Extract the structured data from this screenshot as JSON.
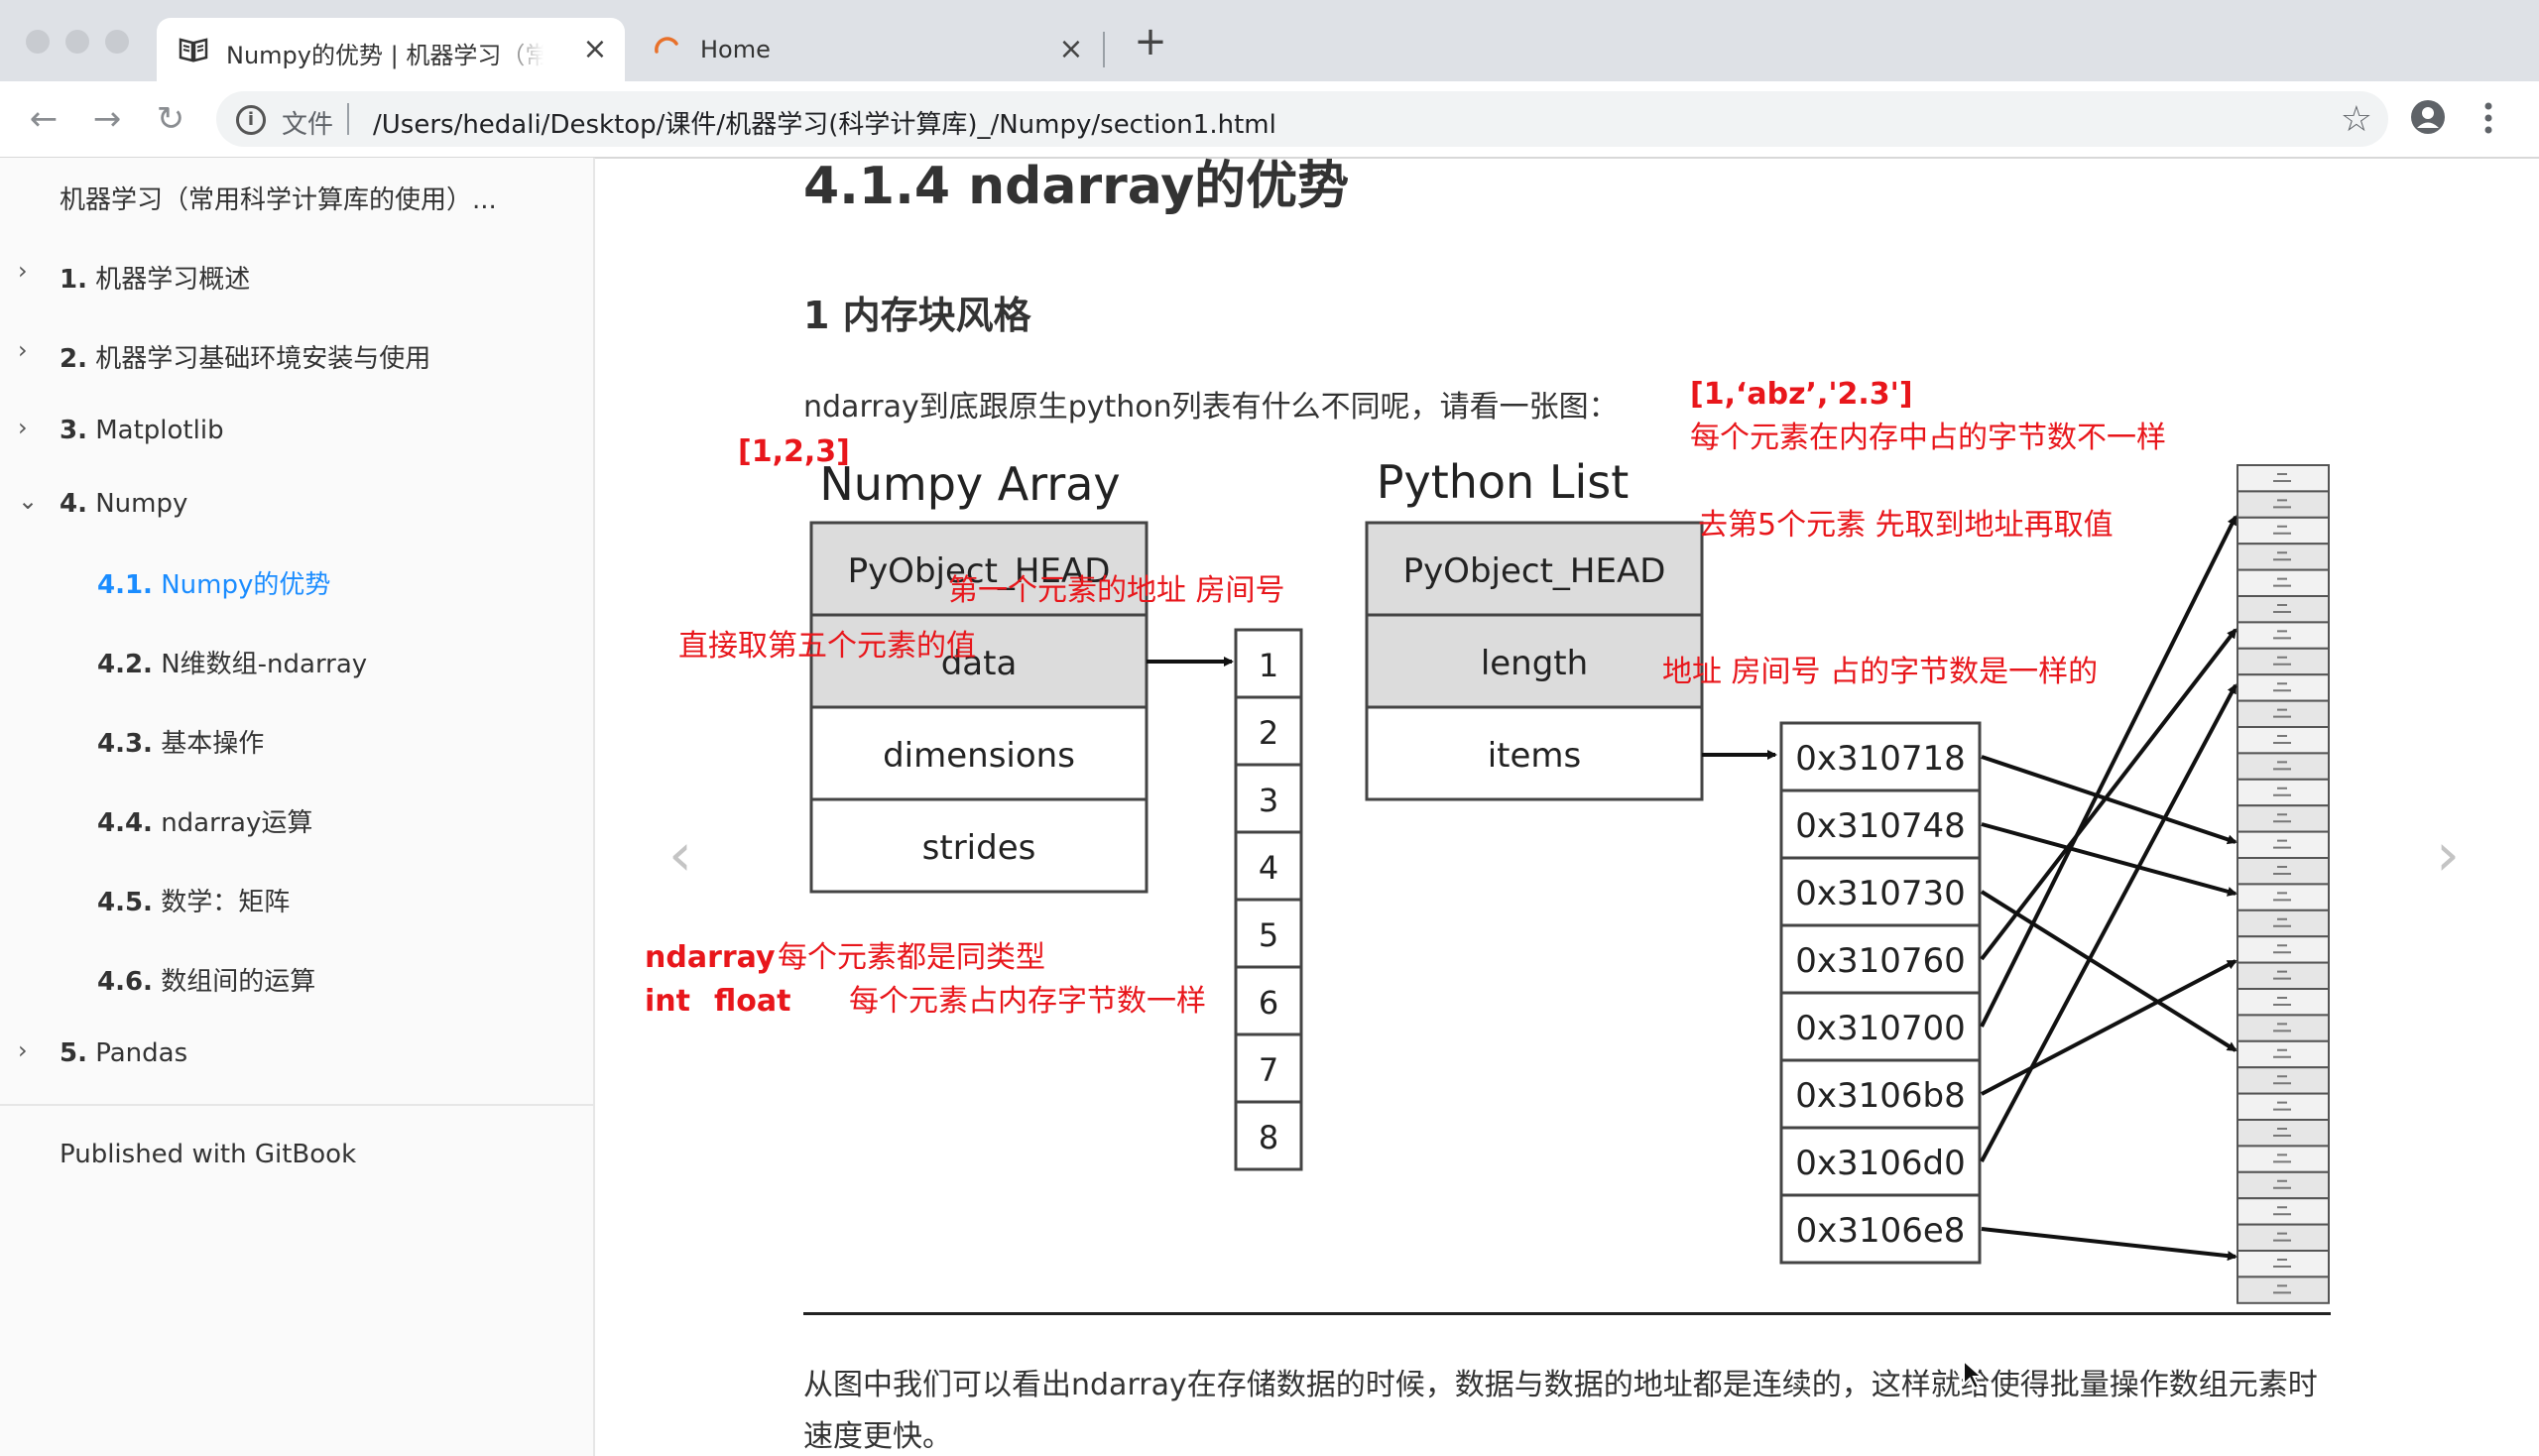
{
  "browser": {
    "tabs": [
      {
        "title": "Numpy的优势 | 机器学习（常用科学计算库的使用）",
        "icon": "book-icon",
        "active": true
      },
      {
        "title": "Home",
        "icon": "spinner-icon",
        "active": false
      }
    ],
    "new_tab_label": "+",
    "close_glyph": "×",
    "scheme_label": "文件",
    "url": "/Users/hedali/Desktop/课件/机器学习(科学计算库)_/Numpy/section1.html"
  },
  "sidebar": {
    "title": "机器学习（常用科学计算库的使用）...",
    "items": [
      {
        "num": "1.",
        "label": "机器学习概述",
        "chevron": "›",
        "level": 1
      },
      {
        "num": "2.",
        "label": "机器学习基础环境安装与使用",
        "chevron": "›",
        "level": 1
      },
      {
        "num": "3.",
        "label": "Matplotlib",
        "chevron": "›",
        "level": 1
      },
      {
        "num": "4.",
        "label": "Numpy",
        "chevron": "⌄",
        "level": 1
      },
      {
        "num": "4.1.",
        "label": "Numpy的优势",
        "chevron": "",
        "level": 2,
        "active": true
      },
      {
        "num": "4.2.",
        "label": "N维数组-ndarray",
        "chevron": "",
        "level": 2
      },
      {
        "num": "4.3.",
        "label": "基本操作",
        "chevron": "",
        "level": 2
      },
      {
        "num": "4.4.",
        "label": "ndarray运算",
        "chevron": "",
        "level": 2
      },
      {
        "num": "4.5.",
        "label": "数学：矩阵",
        "chevron": "",
        "level": 2
      },
      {
        "num": "4.6.",
        "label": "数组间的运算",
        "chevron": "",
        "level": 2
      },
      {
        "num": "5.",
        "label": "Pandas",
        "chevron": "›",
        "level": 1
      }
    ],
    "footer": "Published with GitBook"
  },
  "content": {
    "heading": "4.1.4 ndarray的优势",
    "subheading": "1 内存块风格",
    "intro": "ndarray到底跟原生python列表有什么不同呢，请看一张图：",
    "bottom_paragraph": "从图中我们可以看出ndarray在存储数据的时候，数据与数据的地址都是连续的，这样就给使得批量操作数组元素时速度更快。",
    "prev_arrow": "‹",
    "next_arrow": "›"
  },
  "figure": {
    "numpy_title": "Numpy Array",
    "numpy_fields": [
      "PyObject_HEAD",
      "data",
      "dimensions",
      "strides"
    ],
    "numpy_values": [
      "1",
      "2",
      "3",
      "4",
      "5",
      "6",
      "7",
      "8"
    ],
    "list_title": "Python List",
    "list_fields": [
      "PyObject_HEAD",
      "length",
      "items"
    ],
    "addresses": [
      "0x310718",
      "0x310748",
      "0x310730",
      "0x310760",
      "0x310700",
      "0x3106b8",
      "0x3106d0",
      "0x3106e8"
    ],
    "memory_cells": 32
  },
  "annotations": {
    "a_list_int": "[1,2,3]",
    "a_list_mixed": "[1,‘abz’,'2.3']",
    "a_bytes_differ": "每个元素在内存中占的字节数不一样",
    "a_fifth": "去第5个元素    先取到地址再取值",
    "a_first_addr": "第一个元素的地址   房间号",
    "a_direct": "直接取第五个元素的值",
    "a_address": "地址   房间号   占的字节数是一样的",
    "a_same_type_1": "ndarray",
    "a_same_type_2": "每个元素都是同类型",
    "a_int": "int",
    "a_float": "float",
    "a_same_bytes": "每个元素占内存字节数一样"
  },
  "colors": {
    "annotation_red": "#e8161b",
    "link_blue": "#1a8cff",
    "header_gray": "#dcdcdc"
  }
}
